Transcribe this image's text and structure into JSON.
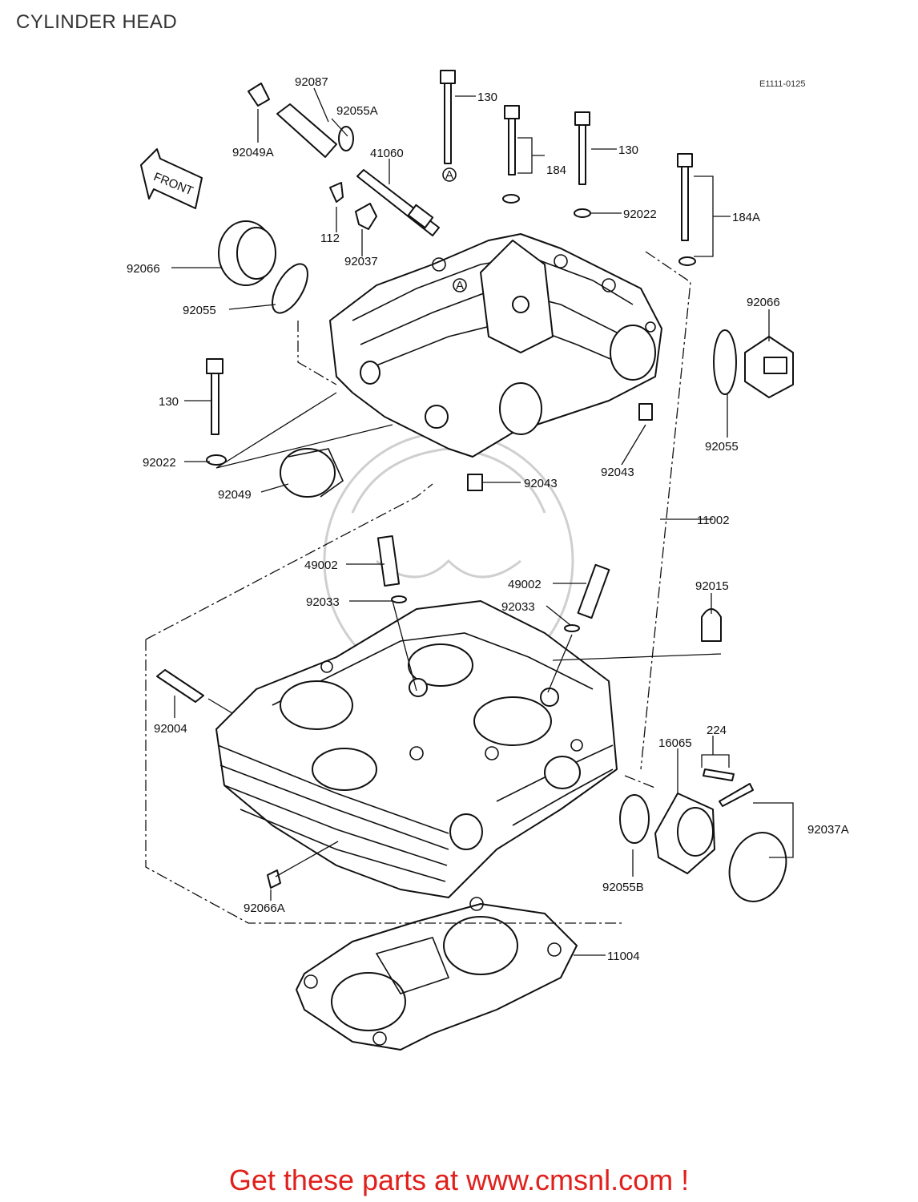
{
  "header": {
    "title": "CYLINDER HEAD",
    "ref_code": "E1111-0125"
  },
  "front_arrow": {
    "label": "FRONT"
  },
  "callouts": [
    {
      "id": "92087",
      "label": "92087"
    },
    {
      "id": "92055A",
      "label": "92055A"
    },
    {
      "id": "92049A",
      "label": "92049A"
    },
    {
      "id": "41060",
      "label": "41060"
    },
    {
      "id": "130-a",
      "label": "130"
    },
    {
      "id": "184-a",
      "label": "184"
    },
    {
      "id": "130-b",
      "label": "130"
    },
    {
      "id": "92022-a",
      "label": "92022"
    },
    {
      "id": "184A",
      "label": "184A"
    },
    {
      "id": "92066-a",
      "label": "92066"
    },
    {
      "id": "112",
      "label": "112"
    },
    {
      "id": "92037",
      "label": "92037"
    },
    {
      "id": "92055-a",
      "label": "92055"
    },
    {
      "id": "92066-b",
      "label": "92066"
    },
    {
      "id": "130-c",
      "label": "130"
    },
    {
      "id": "92022-b",
      "label": "92022"
    },
    {
      "id": "92049",
      "label": "92049"
    },
    {
      "id": "92055-b",
      "label": "92055"
    },
    {
      "id": "92043-a",
      "label": "92043"
    },
    {
      "id": "92043-b",
      "label": "92043"
    },
    {
      "id": "11002",
      "label": "11002"
    },
    {
      "id": "49002-a",
      "label": "49002"
    },
    {
      "id": "92033-a",
      "label": "92033"
    },
    {
      "id": "49002-b",
      "label": "49002"
    },
    {
      "id": "92033-b",
      "label": "92033"
    },
    {
      "id": "92015",
      "label": "92015"
    },
    {
      "id": "92004",
      "label": "92004"
    },
    {
      "id": "224",
      "label": "224"
    },
    {
      "id": "16065",
      "label": "16065"
    },
    {
      "id": "92037A",
      "label": "92037A"
    },
    {
      "id": "92055B",
      "label": "92055B"
    },
    {
      "id": "92066A",
      "label": "92066A"
    },
    {
      "id": "11004",
      "label": "11004"
    }
  ],
  "markers": {
    "a": "A"
  },
  "footer": {
    "cta": "Get these parts at www.cmsnl.com !",
    "cta_color": "#e0201c"
  }
}
